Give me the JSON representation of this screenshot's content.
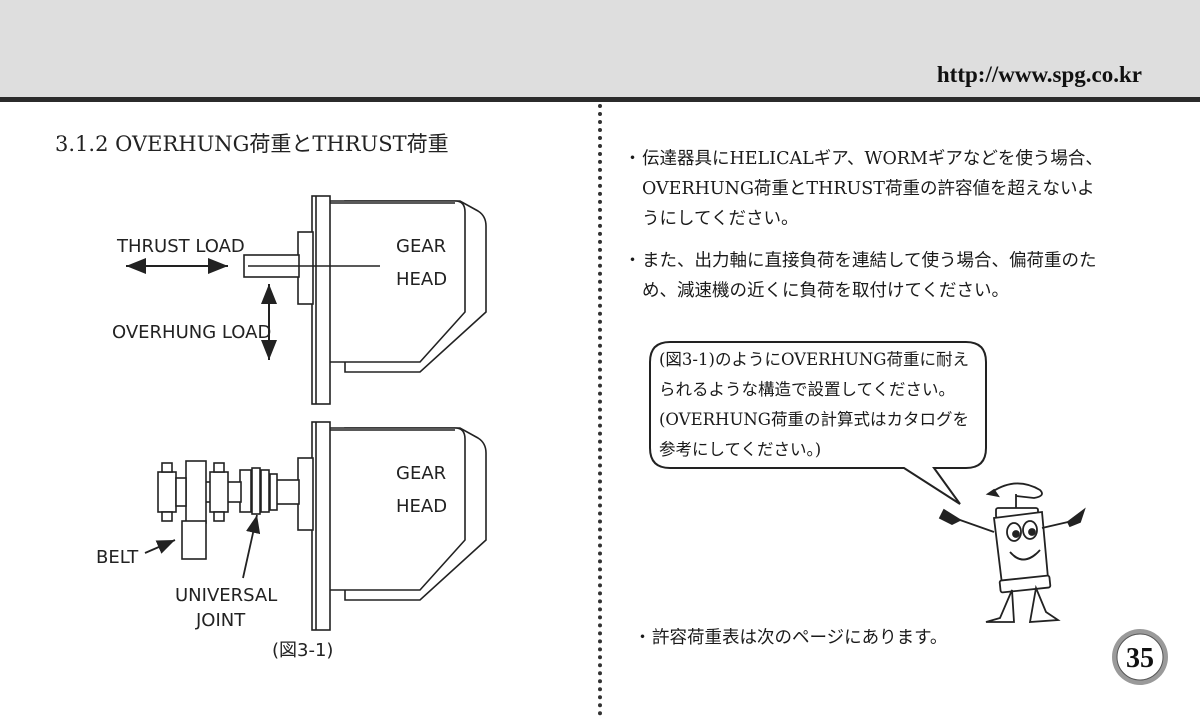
{
  "header": {
    "url": "http://www.spg.co.kr"
  },
  "section": {
    "title": "3.1.2 OVERHUNG荷重とTHRUST荷重"
  },
  "figure": {
    "thrust_load_label": "THRUST LOAD",
    "overhung_load_label": "OVERHUNG LOAD",
    "gear_label": "GEAR",
    "head_label": "HEAD",
    "belt_label": "BELT",
    "universal_label": "UNIVERSAL",
    "joint_label": "JOINT",
    "caption": "(図3-1)"
  },
  "bullets": {
    "b1": "伝達器具にHELICALギア、WORMギアなどを使う場合、OVERHUNG荷重とTHRUST荷重の許容値を超えないようにしてください。",
    "b2": "また、出力軸に直接負荷を連結して使う場合、偏荷重のため、減速機の近くに負荷を取付けてください。",
    "b3": "許容荷重表は次のページにあります。"
  },
  "bubble": {
    "text": "(図3-1)のようにOVERHUNG荷重に耐えられるような構造で設置してください。(OVERHUNG荷重の計算式はカタログを参考にしてください。)"
  },
  "page": {
    "number": "35"
  }
}
